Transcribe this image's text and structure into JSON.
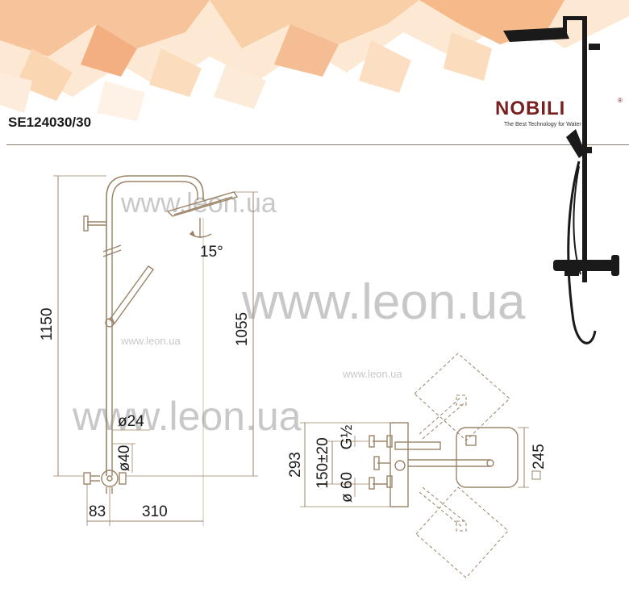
{
  "header": {
    "model_code": "SE124030/30",
    "brand": "NOBILI",
    "tagline": "The Best Technology for Water"
  },
  "watermark": {
    "site_large": "www.leon.ua",
    "site_small": "www.leon.ua"
  },
  "dimensions": {
    "total_height": "1150",
    "outlet_height": "1055",
    "tube_diameter": "ø24",
    "connector_height": "ø40",
    "mixer_offset": "83",
    "arm_length": "310",
    "head_tilt": "15°",
    "depth": "293",
    "inlet_spacing": "150±20",
    "thread": "G½",
    "flange_diameter": "ø 60",
    "head_size": "245"
  },
  "colors": {
    "drawing_line": "#9b8367",
    "banner_light": "#fbe3c7",
    "banner_peach": "#f4b98c",
    "brand": "#7a1f1f"
  }
}
